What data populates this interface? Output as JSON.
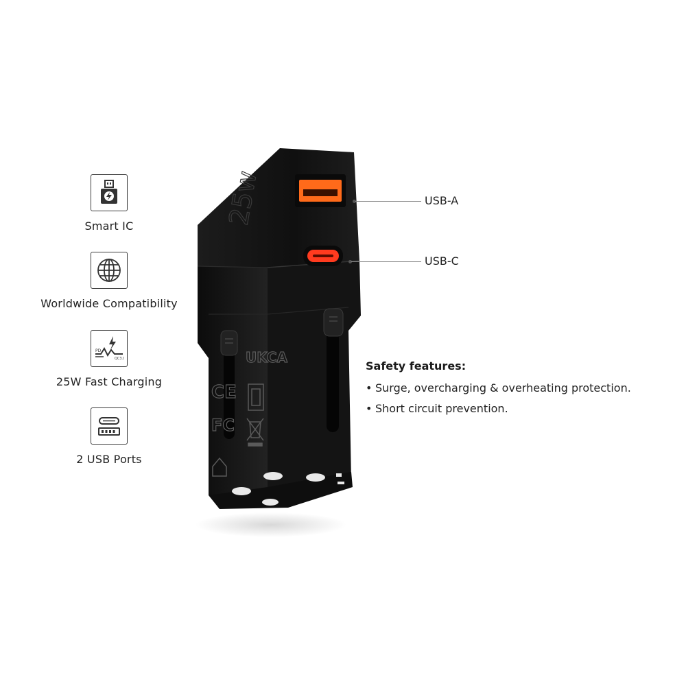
{
  "features": [
    {
      "label": "Smart IC",
      "icon": "usb-lightning-icon"
    },
    {
      "label": "Worldwide Compatibility",
      "icon": "globe-icon"
    },
    {
      "label": "25W Fast Charging",
      "icon": "pd-qc-lightning-icon"
    },
    {
      "label": "2 USB Ports",
      "icon": "usb-ports-icon"
    }
  ],
  "product": {
    "wattage_mark": "25w",
    "certifications": [
      "UKCA",
      "CE",
      "FC"
    ],
    "port_colors": {
      "usb_a": "#ff6a1a",
      "usb_c": "#ff3b1f"
    }
  },
  "callouts": {
    "usb_a": "USB-A",
    "usb_c": "USB-C"
  },
  "safety": {
    "title": "Safety features:",
    "items": [
      "Surge, overcharging & overheating protection.",
      "Short circuit prevention."
    ]
  }
}
